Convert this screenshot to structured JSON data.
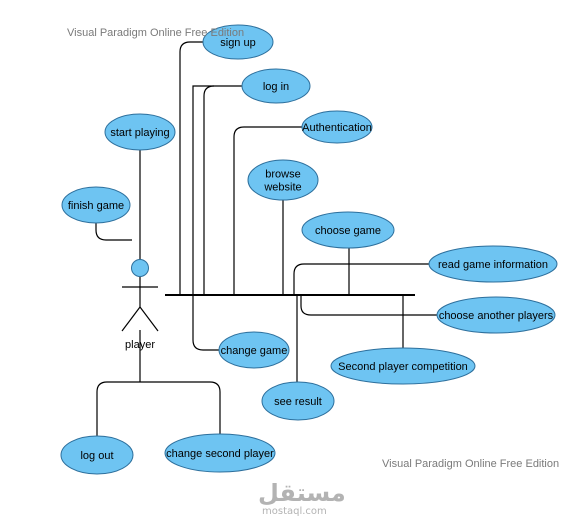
{
  "watermark_top": "Visual Paradigm Online Free Edition",
  "watermark_bottom": "Visual Paradigm Online Free Edition",
  "logo": {
    "arabic": "مستقل",
    "latin": "mostaql.com"
  },
  "actor": {
    "label": "player"
  },
  "colors": {
    "usecase_fill": "#6ec4f2",
    "usecase_stroke": "#2d6f9c",
    "line": "#000000",
    "actor_fill": "#6ec4f2"
  },
  "use_cases": [
    {
      "id": "sign-up",
      "lines": [
        "sign up"
      ]
    },
    {
      "id": "log-in",
      "lines": [
        "log in"
      ]
    },
    {
      "id": "authentication",
      "lines": [
        "Authentication"
      ]
    },
    {
      "id": "browse-website",
      "lines": [
        "browse",
        "website"
      ]
    },
    {
      "id": "choose-game",
      "lines": [
        "choose game"
      ]
    },
    {
      "id": "read-game-information",
      "lines": [
        "read game information"
      ]
    },
    {
      "id": "choose-another-players",
      "lines": [
        "choose another players"
      ]
    },
    {
      "id": "second-player-competition",
      "lines": [
        "Second player competition"
      ]
    },
    {
      "id": "see-result",
      "lines": [
        "see result"
      ]
    },
    {
      "id": "change-game",
      "lines": [
        "change game"
      ]
    },
    {
      "id": "start-playing",
      "lines": [
        "start playing"
      ]
    },
    {
      "id": "finish-game",
      "lines": [
        "finish game"
      ]
    },
    {
      "id": "log-out",
      "lines": [
        "log out"
      ]
    },
    {
      "id": "change-second-player",
      "lines": [
        "change second player"
      ]
    }
  ]
}
